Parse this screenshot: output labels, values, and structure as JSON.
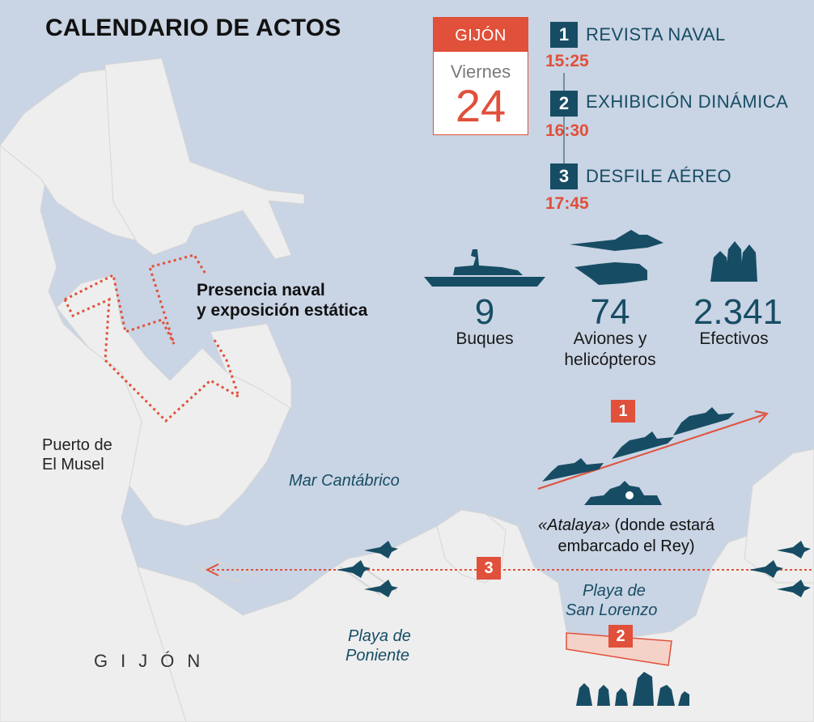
{
  "title": "CALENDARIO DE ACTOS",
  "calendar": {
    "city": "GIJÓN",
    "weekday": "Viernes",
    "day": "24"
  },
  "events": [
    {
      "number": "1",
      "label": "REVISTA NAVAL",
      "time": "15:25"
    },
    {
      "number": "2",
      "label": "EXHIBICIÓN DINÁMICA",
      "time": "16:30"
    },
    {
      "number": "3",
      "label": "DESFILE AÉREO",
      "time": "17:45"
    }
  ],
  "stats": [
    {
      "value": "9",
      "label": "Buques",
      "icon": "ship-icon"
    },
    {
      "value": "74",
      "label_line1": "Aviones y",
      "label_line2": "helicópteros",
      "icon": "aircraft-icon"
    },
    {
      "value": "2.341",
      "label": "Efectivos",
      "icon": "soldiers-icon"
    }
  ],
  "map_labels": {
    "naval_presence_line1": "Presencia naval",
    "naval_presence_line2": "y exposición estática",
    "port_line1": "Puerto de",
    "port_line2": "El Musel",
    "sea": "Mar Cantábrico",
    "city": "GIJÓN",
    "beach_poniente_line1": "Playa de",
    "beach_poniente_line2": "Poniente",
    "beach_sanlorenzo_line1": "Playa de",
    "beach_sanlorenzo_line2": "San Lorenzo",
    "atalaya_name": "«Atalaya»",
    "atalaya_rest": " (donde estará",
    "atalaya_line2": "embarcado el Rey)"
  },
  "markers": {
    "naval_review": "1",
    "dynamic_exhibition": "2",
    "air_parade": "3"
  },
  "colors": {
    "accent": "#e0503a",
    "navy": "#174d64",
    "sea": "#c9d4e4",
    "land": "#efefef"
  }
}
